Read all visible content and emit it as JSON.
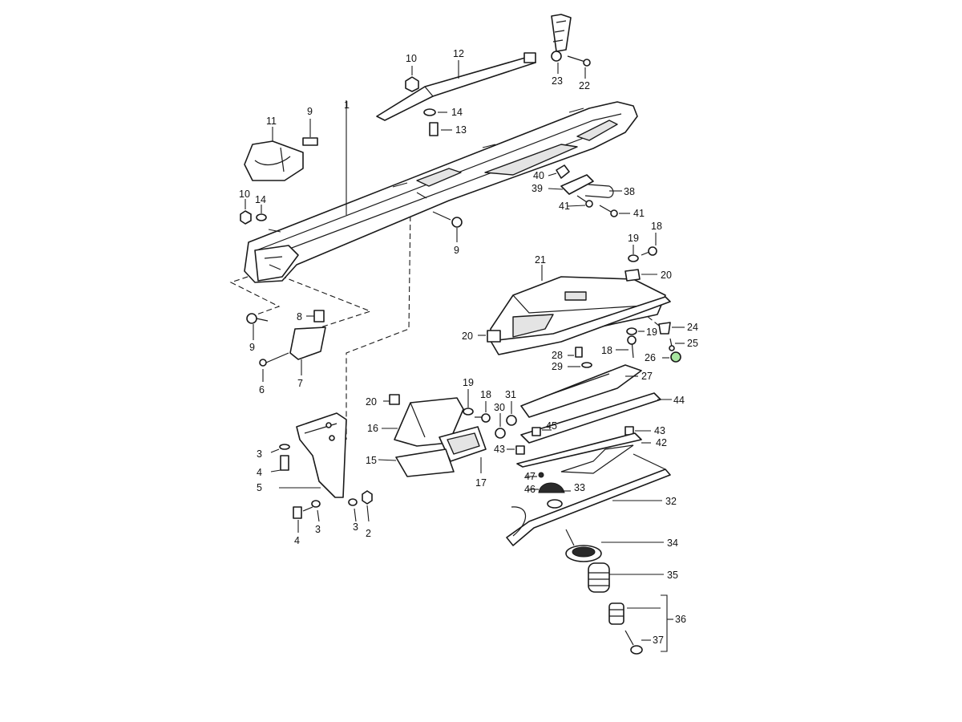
{
  "highlight_color": "#a8e6a0",
  "callouts": {
    "c1": "1",
    "c2": "2",
    "c3a": "3",
    "c3b": "3",
    "c3c": "3",
    "c4a": "4",
    "c4b": "4",
    "c5": "5",
    "c6": "6",
    "c7": "7",
    "c8": "8",
    "c9a": "9",
    "c9b": "9",
    "c9c": "9",
    "c10a": "10",
    "c10b": "10",
    "c11": "11",
    "c12": "12",
    "c13": "13",
    "c14a": "14",
    "c14b": "14",
    "c15": "15",
    "c16": "16",
    "c17": "17",
    "c18a": "18",
    "c18b": "18",
    "c18c": "18",
    "c19a": "19",
    "c19b": "19",
    "c19c": "19",
    "c20a": "20",
    "c20b": "20",
    "c20c": "20",
    "c21": "21",
    "c22": "22",
    "c23": "23",
    "c24": "24",
    "c25": "25",
    "c26": "26",
    "c27": "27",
    "c28": "28",
    "c29": "29",
    "c30": "30",
    "c31": "31",
    "c32": "32",
    "c33": "33",
    "c34": "34",
    "c35": "35",
    "c36": "36",
    "c37": "37",
    "c38": "38",
    "c39": "39",
    "c40": "40",
    "c41a": "41",
    "c41b": "41",
    "c42": "42",
    "c43a": "43",
    "c43b": "43",
    "c44": "44",
    "c45": "45",
    "c46": "46",
    "c47": "47"
  }
}
